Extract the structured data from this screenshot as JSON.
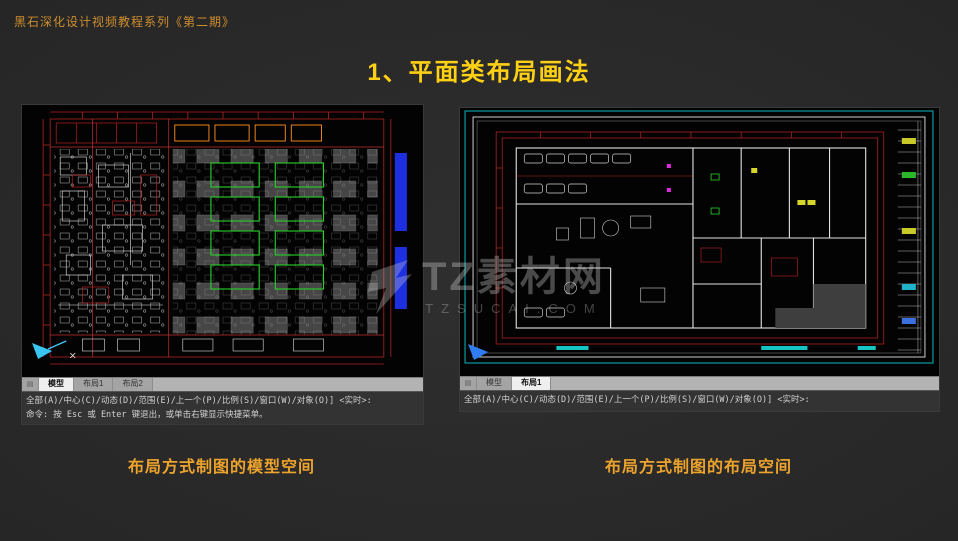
{
  "page": {
    "series_label": "黑石深化设计视频教程系列《第二期》",
    "title": "1、平面类布局画法",
    "background_color": "#2b2b2b",
    "title_color": "#ffd014",
    "caption_color": "#eda32c"
  },
  "left_panel": {
    "caption": "布局方式制图的模型空间",
    "tabs": [
      "模型",
      "布局1",
      "布局2"
    ],
    "active_tab": "模型",
    "command_lines": [
      "全部(A)/中心(C)/动态(D)/范围(E)/上一个(P)/比例(S)/窗口(W)/对象(O)] <实时>:",
      "命令: 按 Esc 或 Enter 键退出，或单击右键显示快捷菜单。"
    ]
  },
  "right_panel": {
    "caption": "布局方式制图的布局空间",
    "tabs": [
      "模型",
      "布局1"
    ],
    "active_tab": "布局1",
    "command_lines": [
      "全部(A)/中心(C)/动态(D)/范围(E)/上一个(P)/比例(S)/窗口(W)/对象(O)] <实时>:"
    ]
  },
  "watermark": {
    "brand": "TZ素材网",
    "domain": "TZSUCAI.COM"
  }
}
